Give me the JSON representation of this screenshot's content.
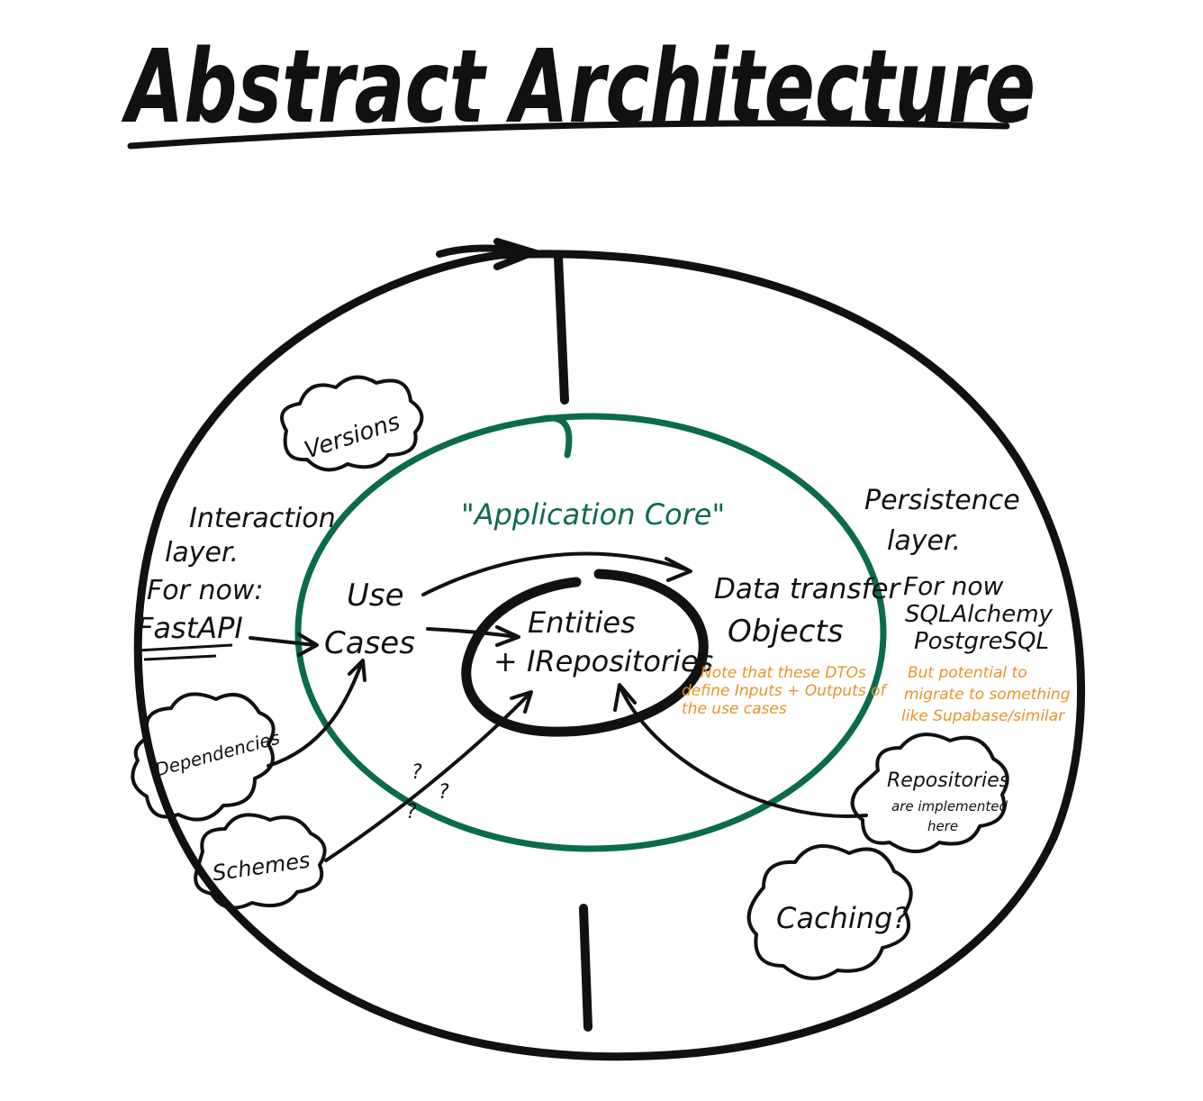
{
  "title": "Abstract Architecture",
  "colors": {
    "ink": "#111111",
    "core": "#0b6b4f",
    "note": "#e8922a",
    "background": "#ffffff"
  },
  "core": {
    "label": "\"Application Core\"",
    "use_cases_line1": "Use",
    "use_cases_line2": "Cases",
    "entities_line1": "Entities",
    "entities_line2": "+ IRepositories",
    "dto_line1": "Data transfer",
    "dto_line2": "Objects",
    "dto_note_line1": "Note that these DTOs",
    "dto_note_line2": "define Inputs + Outputs of",
    "dto_note_line3": "the use cases"
  },
  "interaction_layer": {
    "line1": "Interaction",
    "line2": "layer.",
    "line3": "For now:",
    "line4": "FastAPI"
  },
  "persistence_layer": {
    "line1": "Persistence",
    "line2": "layer.",
    "line3": "For now",
    "line4": "SQLAlchemy",
    "line5": "PostgreSQL",
    "note_line1": "But potential to",
    "note_line2": "migrate to something",
    "note_line3": "like Supabase/similar"
  },
  "clouds": {
    "versions": "Versions",
    "dependencies": "Dependencies",
    "schemes": "Schemes",
    "repositories_line1": "Repositories",
    "repositories_line2": "are implemented",
    "repositories_line3": "here",
    "caching": "Caching?"
  },
  "question_marks": [
    "?",
    "?",
    "?"
  ]
}
